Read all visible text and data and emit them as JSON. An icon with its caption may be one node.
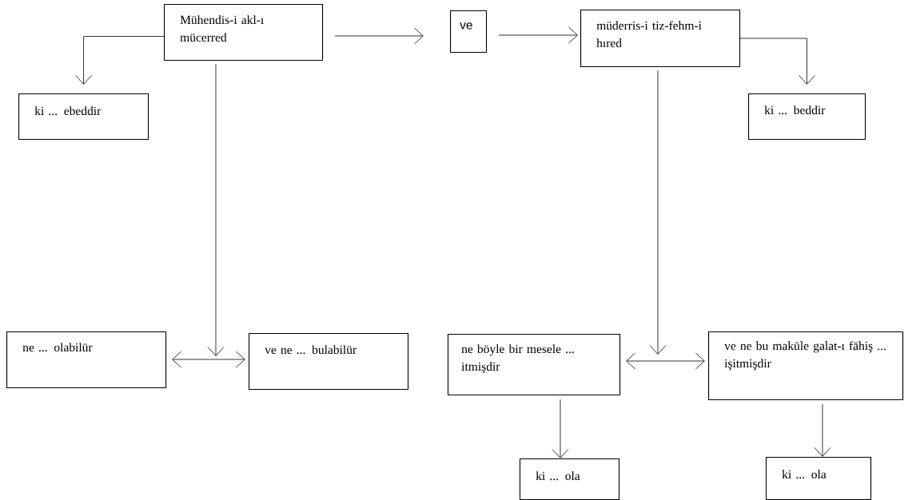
{
  "diagram": {
    "nodes": [
      {
        "text": [
          "Mühendis-i akl-ı mücerred"
        ]
      },
      {
        "text": [
          "ve"
        ]
      },
      {
        "text": [
          "müderris-i tiz-fehm-i hıred"
        ]
      },
      {
        "text": [
          "ki ... ebeddir"
        ]
      },
      {
        "text": [
          "ki ... beddir"
        ]
      },
      {
        "text": [
          "ne ... olabilür"
        ]
      },
      {
        "text": [
          "ve ne ... bulabilür"
        ]
      },
      {
        "text": [
          "ne böyle bir mesele ... itmişdir"
        ]
      },
      {
        "text": [
          "ve ne bu makūle galat-ı fāhiş ... işitmişdir"
        ]
      },
      {
        "text": [
          "ki ... ola"
        ]
      },
      {
        "text": [
          "ki ... ola"
        ]
      }
    ],
    "edges": [
      {
        "from": 0,
        "to": 1,
        "arrow": "to"
      },
      {
        "from": 1,
        "to": 2,
        "arrow": "to"
      },
      {
        "from": 0,
        "to": 3,
        "arrow": "to"
      },
      {
        "from": 2,
        "to": 4,
        "arrow": "to"
      },
      {
        "from": 0,
        "to": null,
        "arrow": "to"
      },
      {
        "from": 2,
        "to": null,
        "arrow": "to"
      },
      {
        "from": 5,
        "to": 6,
        "arrow": "both"
      },
      {
        "from": 7,
        "to": 8,
        "arrow": "both"
      },
      {
        "from": 7,
        "to": 9,
        "arrow": "to"
      },
      {
        "from": 8,
        "to": 10,
        "arrow": "to"
      }
    ]
  }
}
